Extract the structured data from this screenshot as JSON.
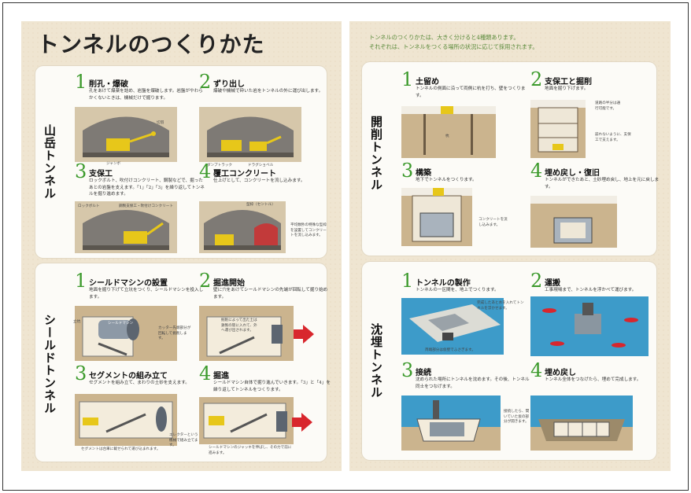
{
  "left_page": {
    "title": "トンネルのつくりかた",
    "sections": [
      {
        "category": "山岳トンネル",
        "steps": [
          {
            "num": "1",
            "title": "削孔・爆破",
            "desc": "孔をあけて爆薬を詰め、岩盤を爆破します。岩盤がやわらかくないときは、機械だけで掘ります。",
            "notes": [
              "切羽",
              "ジャンボ"
            ]
          },
          {
            "num": "2",
            "title": "ずり出し",
            "desc": "爆破や機械で砕いた岩をトンネルの外に運び出します。",
            "notes": [
              "ダンプトラック",
              "ドラグショベル"
            ]
          },
          {
            "num": "3",
            "title": "支保工",
            "desc": "ロックボルト、吹付けコンクリート、鋼製などで、掘ったあとの岩盤を支えます。「1」「2」「3」を繰り返してトンネルを掘り進めます。",
            "notes": [
              "ロックボルト",
              "鋼製支保工・吹付けコンクリート"
            ]
          },
          {
            "num": "4",
            "title": "覆工コンクリート",
            "desc": "仕上げとして、コンクリートを流し込みます。",
            "notes": [
              "型枠（セントル）",
              "平均数秒の特殊な型枠を設置してコンクリートを流し込みます。"
            ]
          }
        ]
      },
      {
        "category": "シールドトンネル",
        "steps": [
          {
            "num": "1",
            "title": "シールドマシンの設置",
            "desc": "地面を掘り下げて立坑をつくり、シールドマシンを投入します。",
            "notes": [
              "立坑",
              "シールドマシン",
              "カッター先端部分が回転して掘削します。"
            ]
          },
          {
            "num": "2",
            "title": "掘進開始",
            "desc": "壁に穴をあけてシールドマシンの先端が回転して掘り始めます。",
            "notes": [
              "掘削によって出た土は鉄製の管に入れて、外へ運び出されます。"
            ]
          },
          {
            "num": "3",
            "title": "セグメントの組み立て",
            "desc": "セグメントを組み立て、まわりの土砂を支えます。",
            "notes": [
              "セグメントは台車に載せられて運び込まれます。",
              "エレクターという機械で組み立てます。"
            ]
          },
          {
            "num": "4",
            "title": "掘進",
            "desc": "シールドマシン自体で掘り進んでいきます。「3」と「4」を繰り返してトンネルをつくります。",
            "notes": [
              "シールドマシンのジャッキを伸ばし、その力で前に進みます。"
            ]
          }
        ]
      }
    ]
  },
  "right_page": {
    "intro_line1": "トンネルのつくりかたは、大きく分けると4種類あります。",
    "intro_line2": "それぞれは、トンネルをつくる場所の状況に応じて採用されます。",
    "sections": [
      {
        "category": "開削トンネル",
        "steps": [
          {
            "num": "1",
            "title": "土留め",
            "desc": "トンネルの側面に沿って両側に杭を打ち、壁をつくります。",
            "notes": [
              "杭"
            ]
          },
          {
            "num": "2",
            "title": "支保工と掘削",
            "desc": "地面を掘り下げます。",
            "notes": [
              "道路の半分は通行可能です。",
              "崩れないように、支保工で支えます。"
            ]
          },
          {
            "num": "3",
            "title": "構築",
            "desc": "地下でトンネルをつくります。",
            "notes": [
              "コンクリートを流し込みます。"
            ]
          },
          {
            "num": "4",
            "title": "埋め戻し・復旧",
            "desc": "トンネルができたあと、土砂埋め戻し、地上を元に戻します。",
            "notes": []
          }
        ]
      },
      {
        "category": "沈埋トンネル",
        "steps": [
          {
            "num": "1",
            "title": "トンネルの製作",
            "desc": "トンネルの一区間を、地上でつくります。",
            "notes": [
              "完成したあと水を入れてトンネルを浮かせます。",
              "両端部分は仮壁でふさぎます。"
            ]
          },
          {
            "num": "2",
            "title": "運搬",
            "desc": "工事現場まで、トンネルを浮かべて運びます。",
            "notes": []
          },
          {
            "num": "3",
            "title": "接続",
            "desc": "沈められた場所にトンネルを沈めます。その後、トンネル同士をつなげます。",
            "notes": [
              "接続したら、間いていた仮の部分が開きます。"
            ]
          },
          {
            "num": "4",
            "title": "埋め戻し",
            "desc": "トンネル全体をつなげたら、埋めて完成します。",
            "notes": []
          }
        ]
      }
    ]
  },
  "colors": {
    "accent_green": "#3c9a2c",
    "arrow_red": "#d8262d",
    "water_blue": "#3d9bc9",
    "earth": "#cbb48e"
  }
}
